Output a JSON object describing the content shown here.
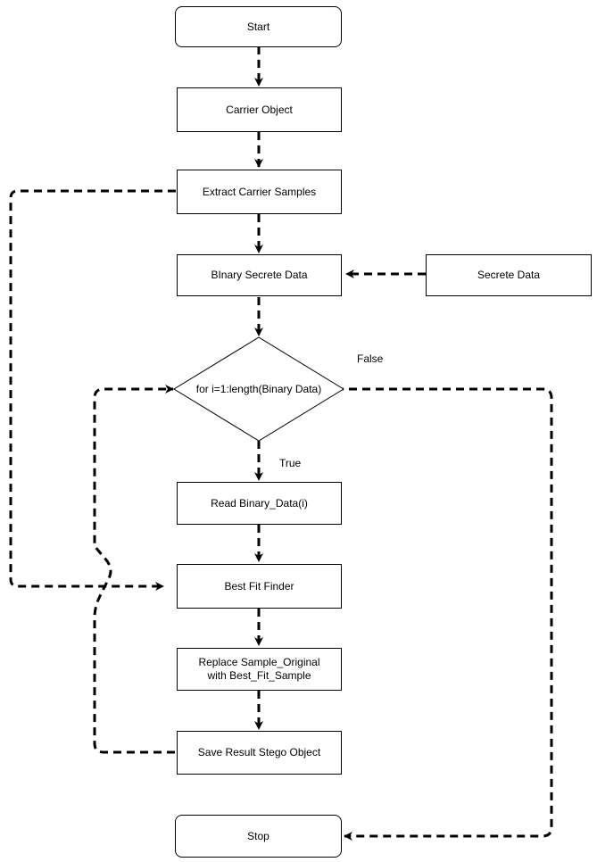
{
  "nodes": {
    "start": "Start",
    "carrier_object": "Carrier Object",
    "extract": "Extract Carrier Samples",
    "binary_secret": "BInary Secrete Data",
    "secret_data": "Secrete Data",
    "loop": "for i=1:length(Binary Data)",
    "read": "Read Binary_Data(i)",
    "best_fit": "Best Fit Finder",
    "replace_line1": "Replace Sample_Original",
    "replace_line2": "with Best_Fit_Sample",
    "save": "Save Result Stego Object",
    "stop": "Stop"
  },
  "labels": {
    "false": "False",
    "true": "True"
  }
}
